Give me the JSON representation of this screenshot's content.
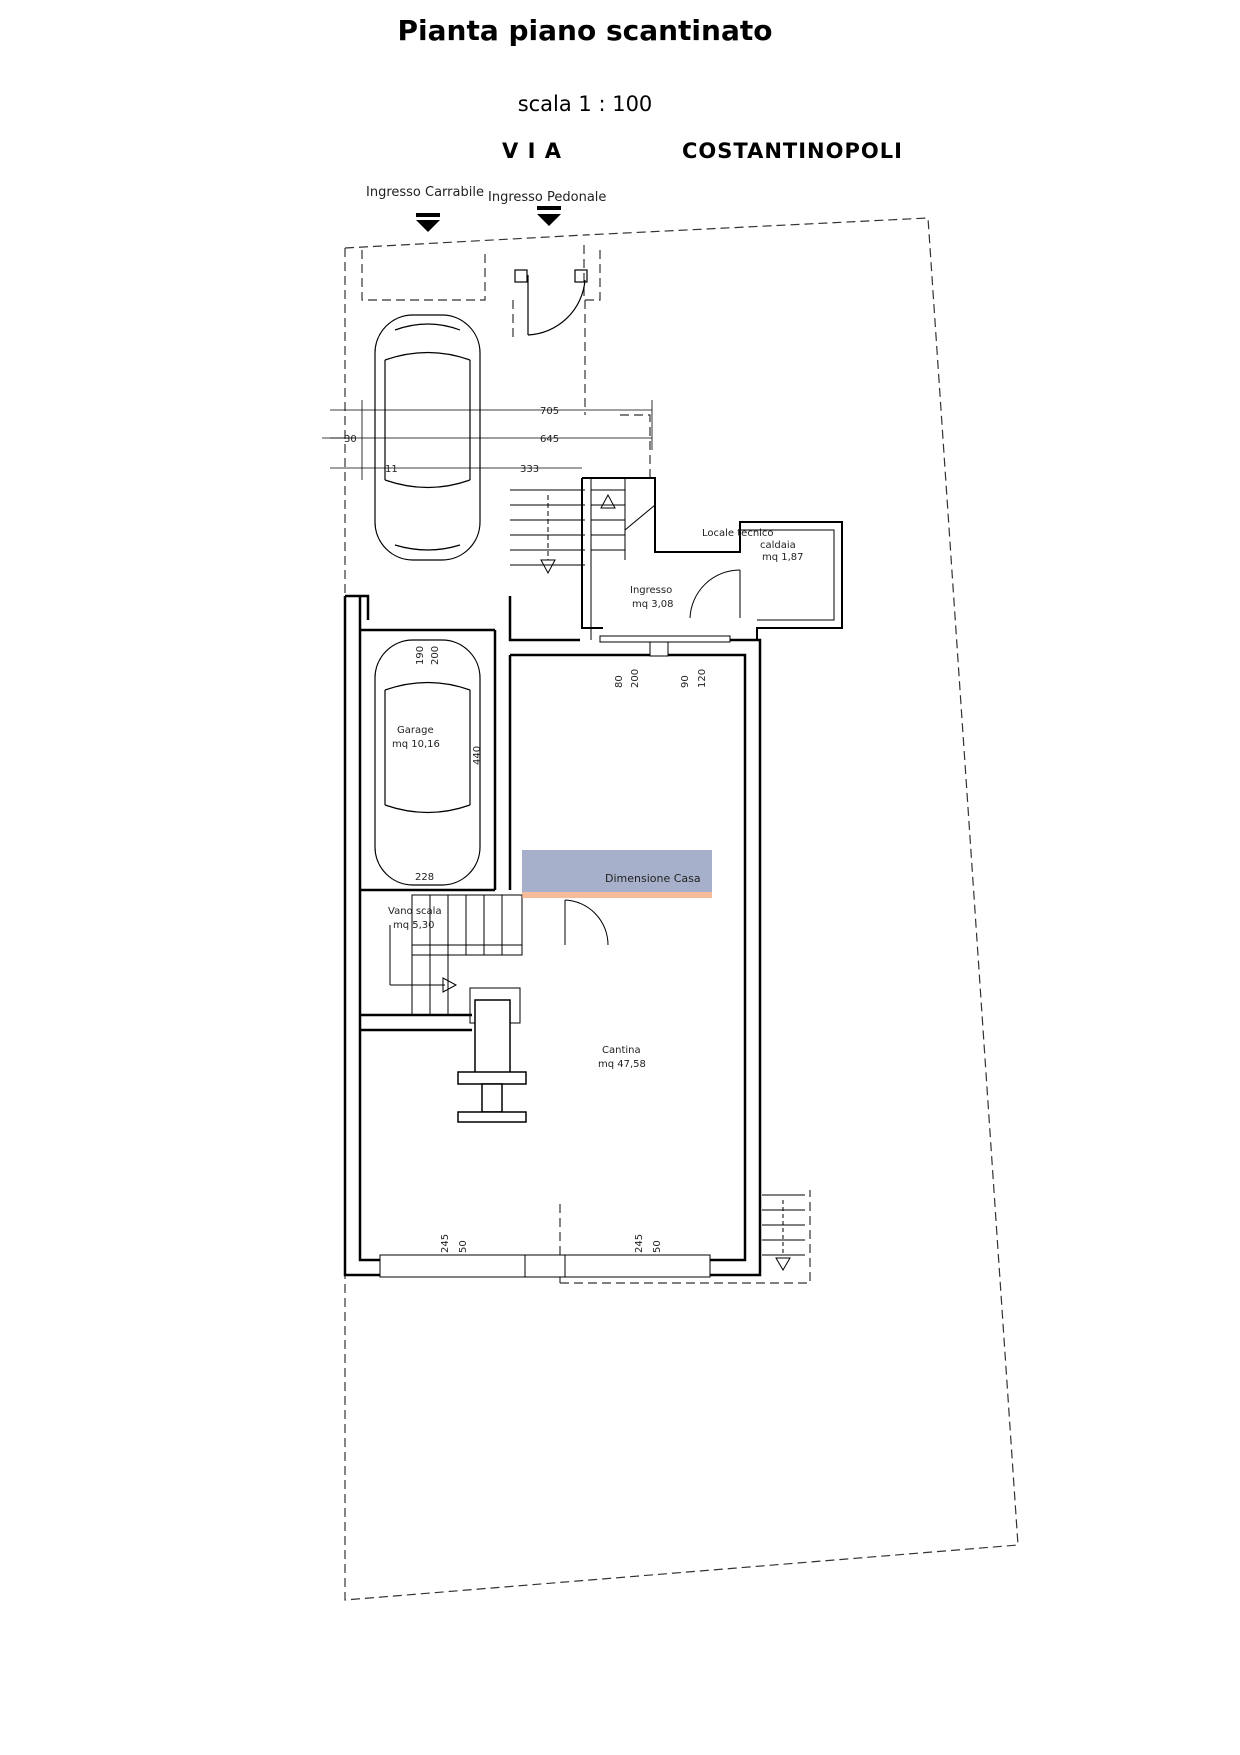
{
  "title": "Pianta piano scantinato",
  "scale": "scala 1 : 100",
  "street": {
    "part1": "V I A",
    "part2": "COSTANTINOPOLI"
  },
  "entrances": {
    "carrabile": "Ingresso Carrabile",
    "pedonale": "Ingresso Pedonale"
  },
  "rooms": {
    "locale_tecnico": {
      "name1": "Locale tecnico",
      "name2": "caldaia",
      "area": "mq 1,87"
    },
    "ingresso": {
      "name": "Ingresso",
      "area": "mq 3,08"
    },
    "garage": {
      "name": "Garage",
      "area": "mq 10,16"
    },
    "vano_scala": {
      "name": "Vano scala",
      "area": "mq 5,30"
    },
    "cantina": {
      "name": "Cantina",
      "area": "mq 47,58"
    }
  },
  "dimensions": {
    "d705": "705",
    "d645": "645",
    "d333": "333",
    "d30": "30",
    "d11": "11",
    "d228": "228",
    "d440": "440",
    "d190": "190",
    "d200a": "200",
    "d80": "80",
    "d200b": "200",
    "d90": "90",
    "d120": "120",
    "d245a": "245",
    "d50a": "50",
    "d245b": "245",
    "d50b": "50"
  },
  "watermark": "Dimensione Casa",
  "colors": {
    "line": "#000000",
    "dashed": "#333333",
    "watermark_bg": "#8a96b8",
    "watermark_bar": "#f0a070"
  }
}
